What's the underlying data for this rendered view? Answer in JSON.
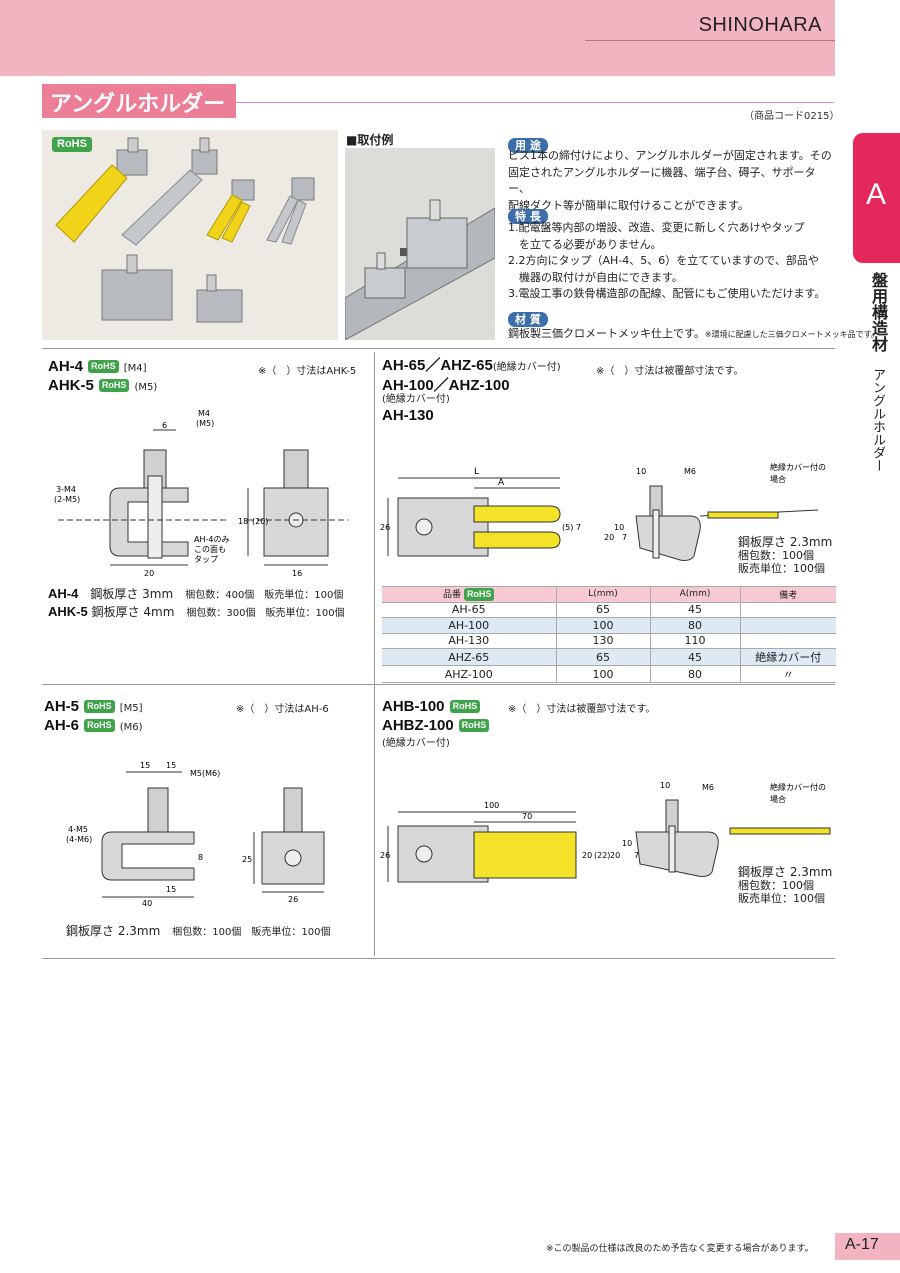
{
  "brand": "SHINOHARA",
  "title": "アングルホルダー",
  "product_code": "（商品コード0215）",
  "rohs": "RoHS",
  "mount_example": "■取付例",
  "usage": {
    "tag": "用 途",
    "lines": [
      "ビス1本の締付けにより、アングルホルダーが固定されます。その",
      "固定されたアングルホルダーに機器、端子台、碍子、サポーター、",
      "配線ダクト等が簡単に取付けることができます。"
    ]
  },
  "features": {
    "tag": "特 長",
    "lines": [
      "1.配電盤等内部の増設、改造、変更に新しく穴あけやタップ",
      "　を立てる必要がありません。",
      "2.2方向にタップ（AH-4、5、6）を立てていますので、部品や",
      "　機器の取付けが自由にできます。",
      "3.電設工事の鉄骨構造部の配線、配管にもご使用いただけます。"
    ]
  },
  "material": {
    "tag": "材 質",
    "text": "鋼板製三価クロメートメッキ仕上です。",
    "note": "※環境に配慮した三価クロメートメッキ品です。"
  },
  "side": {
    "letter": "A",
    "category": "盤用構造材",
    "item": "アングルホルダー"
  },
  "sec1": {
    "name1": "AH-4",
    "spec1": "[M4]",
    "name2": "AHK-5",
    "spec2": "(M5)",
    "note": "※（　）寸法はAHK-5",
    "dims": {
      "m4": "M4",
      "m5": "(M5)",
      "d6": "6",
      "three_m4": "3-M4",
      "two_m5": "(2-M5)",
      "d18": "18",
      "d20p": "(20)",
      "d20": "20",
      "d16": "16",
      "tap_note": [
        "AH-4のみ",
        "この面も",
        "タップ"
      ]
    },
    "row1_name": "AH-4",
    "row1_spec": "鋼板厚さ 3mm",
    "row1_pack": "梱包数：400個　販売単位：100個",
    "row2_name": "AHK-5",
    "row2_spec": "鋼板厚さ 4mm",
    "row2_pack": "梱包数：300個　販売単位：100個"
  },
  "sec2": {
    "line1": "AH-65／AHZ-65",
    "line1b": "(絶縁カバー付)",
    "note": "※（　）寸法は被覆部寸法です。",
    "line2": "AH-100／AHZ-100",
    "line3": "(絶縁カバー付)",
    "line4": "AH-130",
    "dims": {
      "L": "L",
      "A": "A",
      "d26": "26",
      "d5": "(5)",
      "d7": "7",
      "d10": "10",
      "m6": "M6",
      "d20": "20",
      "d10b": "10",
      "d7b": "7",
      "cover": [
        "絶縁カバー付の",
        "場合"
      ]
    },
    "spec": [
      "鋼板厚さ 2.3mm",
      "梱包数：100個",
      "販売単位：100個"
    ],
    "table": {
      "headers": [
        "品番",
        "L(mm)",
        "A(mm)",
        "備考"
      ],
      "rows": [
        [
          "AH-65",
          "65",
          "45",
          ""
        ],
        [
          "AH-100",
          "100",
          "80",
          ""
        ],
        [
          "AH-130",
          "130",
          "110",
          ""
        ],
        [
          "AHZ-65",
          "65",
          "45",
          "絶縁カバー付"
        ],
        [
          "AHZ-100",
          "100",
          "80",
          "〃"
        ]
      ]
    }
  },
  "sec3": {
    "name1": "AH-5",
    "spec1": "[M5]",
    "name2": "AH-6",
    "spec2": "(M6)",
    "note": "※（　）寸法はAH-6",
    "dims": {
      "d15a": "15",
      "d15b": "15",
      "m5": "M5(M6)",
      "four_m5": "4-M5",
      "four_m6": "(4-M6)",
      "d8": "8",
      "d15c": "15",
      "d40": "40",
      "d25": "25",
      "d26": "26"
    },
    "spec": "鋼板厚さ 2.3mm",
    "pack": "梱包数：100個　販売単位：100個"
  },
  "sec4": {
    "name1": "AHB-100",
    "name2": "AHBZ-100",
    "sub": "(絶縁カバー付)",
    "note": "※（　）寸法は被覆部寸法です。",
    "dims": {
      "d100": "100",
      "d70": "70",
      "d26": "26",
      "d20": "20",
      "d22": "(22)",
      "d20b": "20",
      "d10": "10",
      "m6": "M6",
      "d10b": "10",
      "d7": "7",
      "cover": [
        "絶縁カバー付の",
        "場合"
      ]
    },
    "spec": [
      "鋼板厚さ 2.3mm",
      "梱包数：100個",
      "販売単位：100個"
    ]
  },
  "footer_note": "※この製品の仕様は改良のため予告なく変更する場合があります。",
  "page": "A-17"
}
